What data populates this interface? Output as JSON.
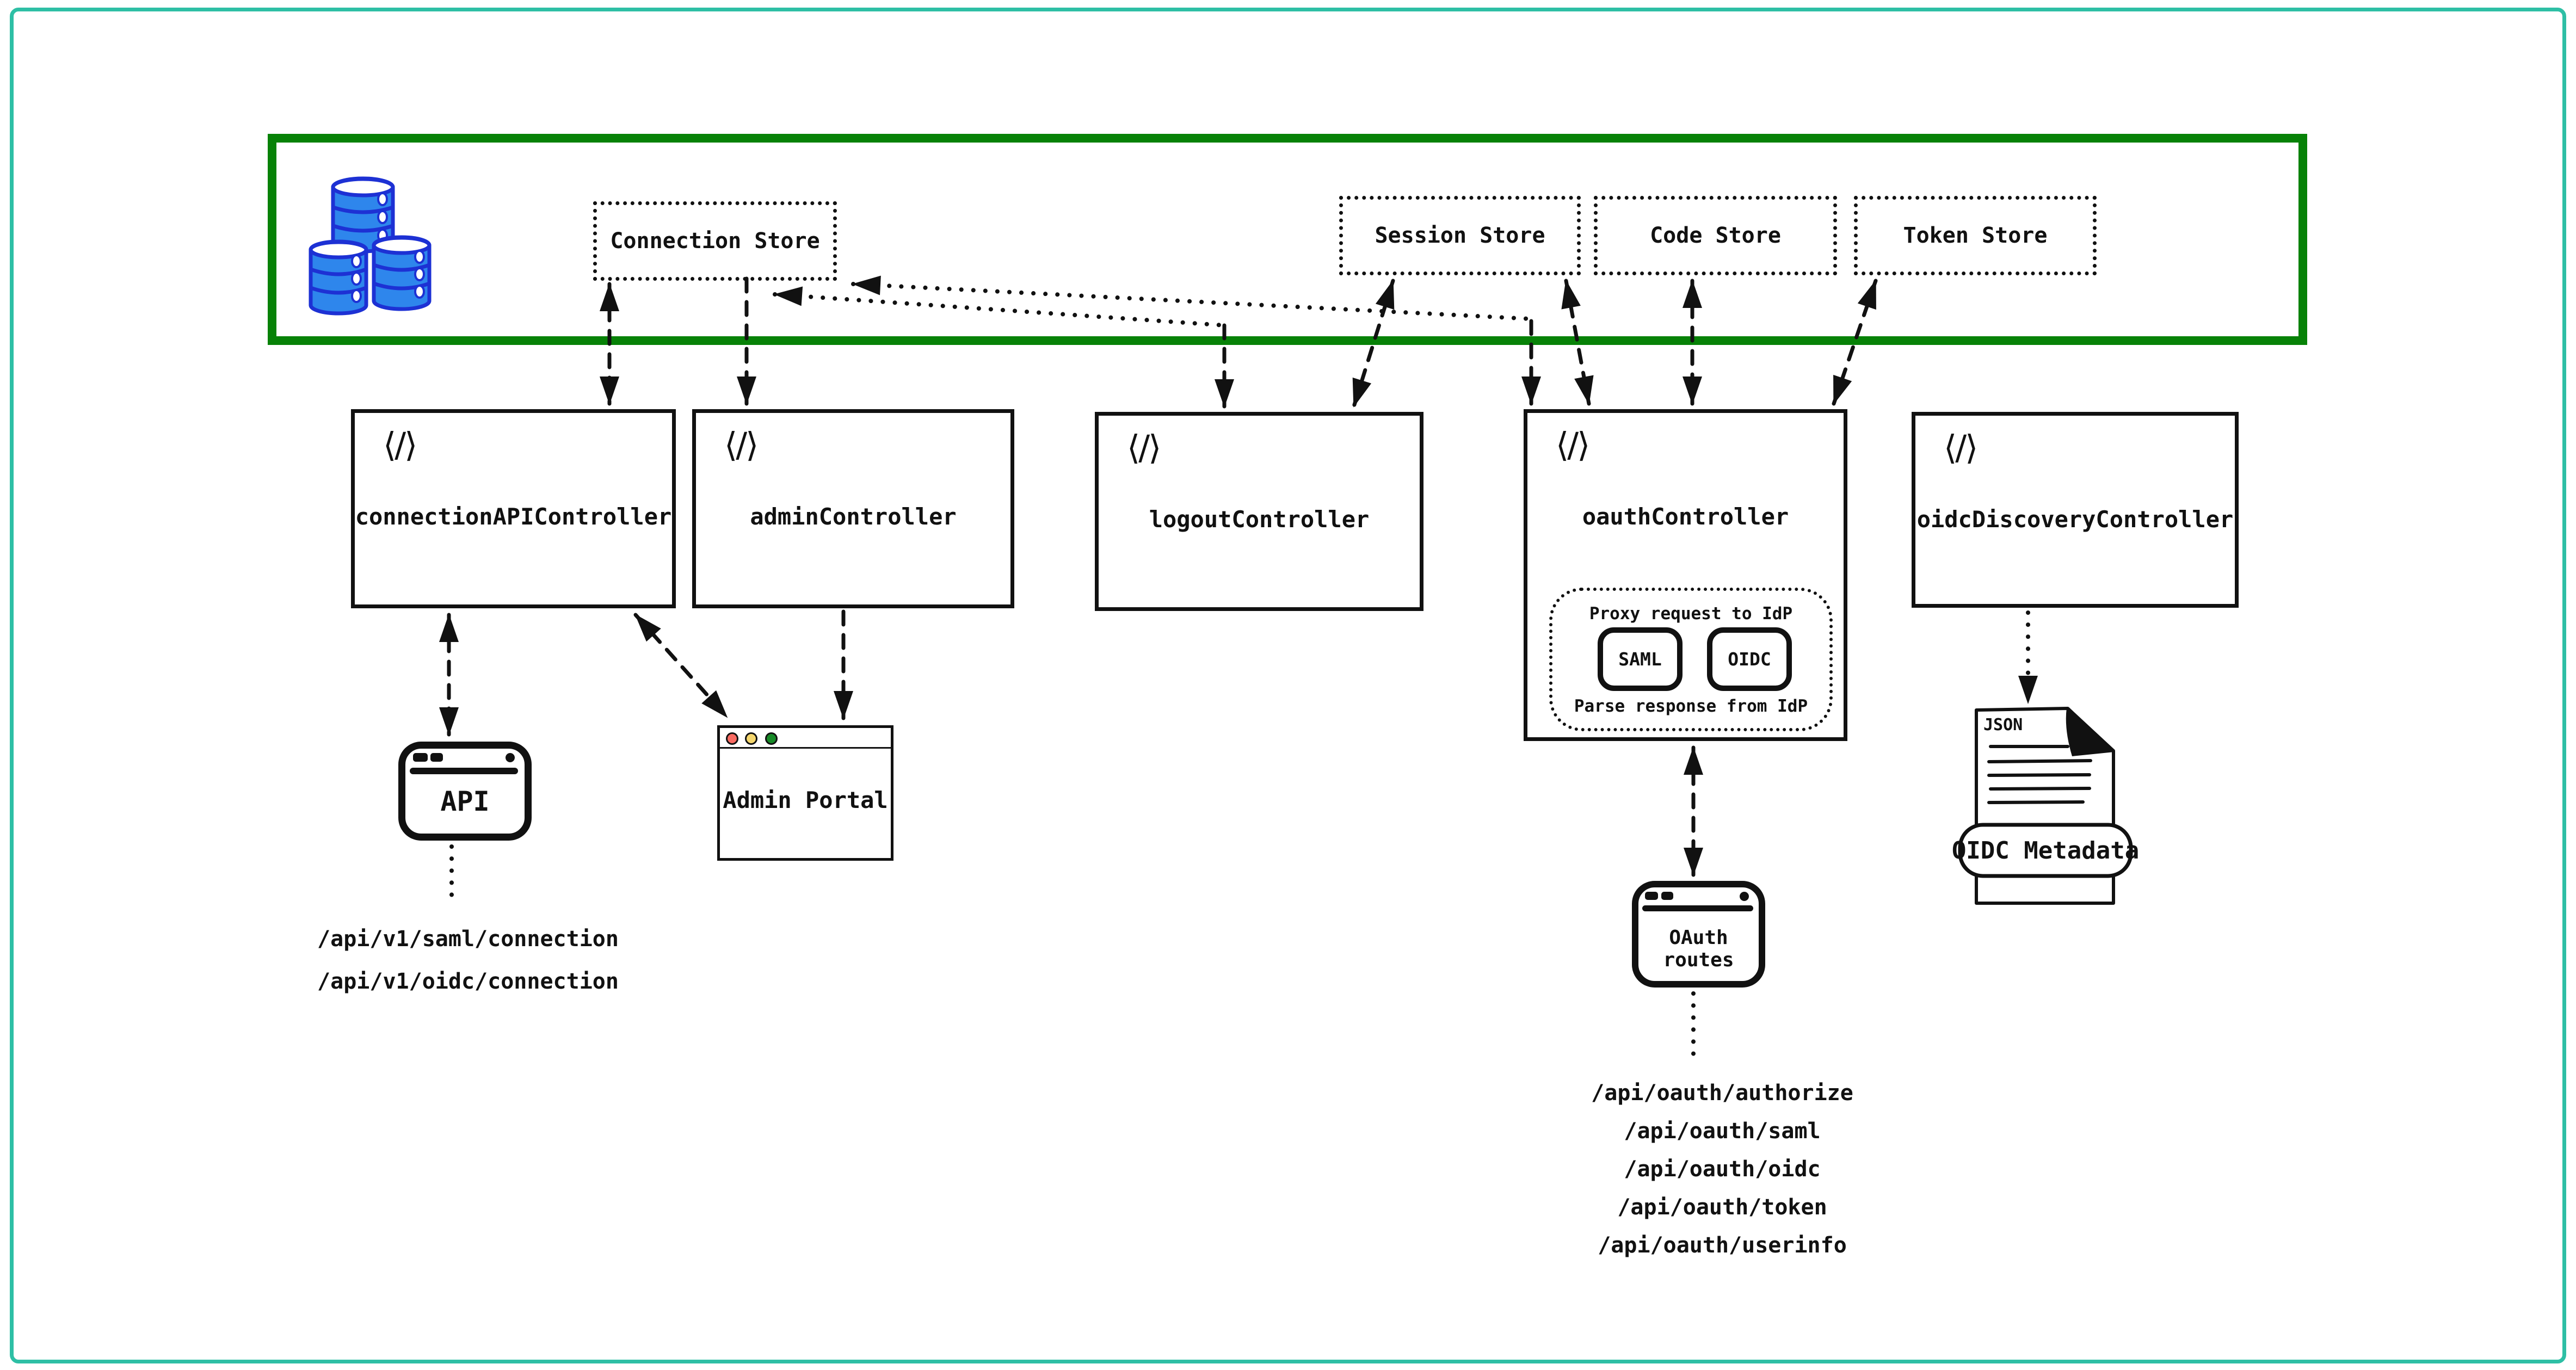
{
  "colors": {
    "outer_border": "#2EBFA5",
    "storage_zone_border": "#078207",
    "database_fill": "#2E86EC",
    "database_stroke": "#1D31D4",
    "traffic_light_red": "#F96B62",
    "traffic_light_yellow": "#F5D76E",
    "traffic_light_green": "#178A27",
    "ink": "#111111"
  },
  "icons": {
    "code_glyph": "⟨/⟩",
    "database_icon": "database-cylinders",
    "json_document_icon": "json-file"
  },
  "storage_zone": {
    "stores": [
      {
        "label": "Connection Store"
      },
      {
        "label": "Session Store"
      },
      {
        "label": "Code Store"
      },
      {
        "label": "Token Store"
      }
    ]
  },
  "controllers": [
    {
      "label": "connectionAPIController"
    },
    {
      "label": "adminController"
    },
    {
      "label": "logoutController"
    },
    {
      "label": "oauthController",
      "proxy": {
        "title": "Proxy request to IdP",
        "saml": "SAML",
        "oidc": "OIDC",
        "bottom": "Parse response from IdP"
      }
    },
    {
      "label": "oidcDiscoveryController"
    }
  ],
  "windows": {
    "api": {
      "label": "API"
    },
    "admin_portal": {
      "label": "Admin Portal"
    },
    "oauth_routes": {
      "label": "OAuth routes"
    }
  },
  "document": {
    "badge": "JSON",
    "label": "OIDC Metadata"
  },
  "routes": {
    "connection_api": [
      "/api/v1/saml/connection",
      "/api/v1/oidc/connection"
    ],
    "oauth": [
      "/api/oauth/authorize",
      "/api/oauth/saml",
      "/api/oauth/oidc",
      "/api/oauth/token",
      "/api/oauth/userinfo"
    ]
  }
}
